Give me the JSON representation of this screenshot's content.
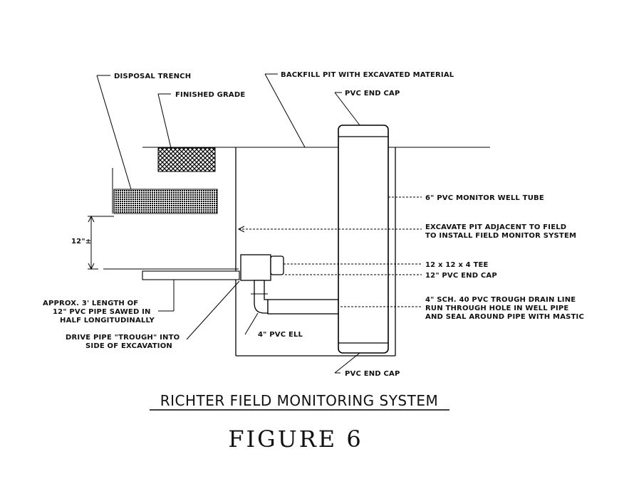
{
  "labels": {
    "disposal_trench": "DISPOSAL TRENCH",
    "finished_grade": "FINISHED GRADE",
    "backfill_pit": "BACKFILL PIT WITH EXCAVATED MATERIAL",
    "pvc_end_cap_top": "PVC END CAP",
    "monitor_well_tube": "6\" PVC MONITOR WELL TUBE",
    "excavate_pit_line1": "EXCAVATE PIT ADJACENT TO FIELD",
    "excavate_pit_line2": "TO INSTALL FIELD MONITOR SYSTEM",
    "dimension_12": "12\"±",
    "tee": "12 x 12 x 4 TEE",
    "end_cap_12": "12\" PVC END CAP",
    "approx_line1": "APPROX. 3' LENGTH OF",
    "approx_line2": "12\" PVC PIPE SAWED IN",
    "approx_line3": "HALF LONGITUDINALLY",
    "drain_line1": "4\" SCH. 40 PVC TROUGH DRAIN LINE",
    "drain_line2": "RUN THROUGH HOLE IN WELL PIPE",
    "drain_line3": "AND SEAL AROUND PIPE WITH MASTIC",
    "drive_line1": "DRIVE PIPE \"TROUGH\" INTO",
    "drive_line2": "SIDE OF EXCAVATION",
    "pvc_ell": "4\" PVC ELL",
    "pvc_end_cap_bottom": "PVC END CAP"
  },
  "titles": {
    "system": "RICHTER FIELD MONITORING SYSTEM",
    "figure": "FIGURE 6"
  }
}
